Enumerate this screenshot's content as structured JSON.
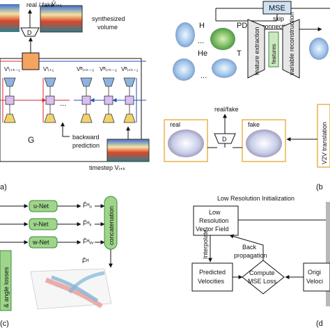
{
  "panel_a": {
    "real_fake": "real / fake",
    "discriminator": "D",
    "v_hat": "V̂ᵢ₊₁",
    "synthesized": "synthesized",
    "volume": "volume",
    "v_labels": [
      "Vᶠᵢ₊ₖ₋₁",
      "Vᶠᵢ₊₁",
      "Vᴮᵢ₊ₖ₋₃",
      "Vᴮᵢ₊ₖ₋₂",
      "Vᴮᵢ₊ₖ₋₁"
    ],
    "ellipsis": "...",
    "generator": "G",
    "backward": "backward",
    "prediction": "prediction",
    "timestep": "timestep Vᵢ₊ₖ",
    "caption": "a)"
  },
  "panel_b": {
    "mse": "MSE",
    "skip": "skip",
    "connection": "connection",
    "h": "H",
    "pd": "PD",
    "he": "He",
    "t": "T",
    "dots1": "...",
    "dots2": "...",
    "feature_extraction": "feature extraction",
    "features": "features",
    "variable_reconstruction": "variable reconstruction",
    "real_fake": "real/fake",
    "discriminator": "D",
    "real": "real",
    "fake": "fake",
    "v2v": "V2V translation",
    "caption": "(b"
  },
  "panel_c": {
    "unet": "u-Net",
    "vnet": "v-Net",
    "wnet": "w-Net",
    "fu": "F̂ᴴᵤ",
    "fv": "F̂ᴴᵥ",
    "fw": "F̂ᴴᵥᵥ",
    "concatenation": "concatenation",
    "fh": "F̂ᴴ",
    "losses": "& angle losses",
    "caption": "(c)"
  },
  "panel_d": {
    "title": "Low Resolution Initialization",
    "low_res_1": "Low",
    "low_res_2": "Resolution",
    "low_res_3": "Vector Field",
    "interpolate": "Interpolate",
    "back_1": "Back",
    "back_2": "propagation",
    "pred_1": "Predicted",
    "pred_2": "Velocities",
    "compute_1": "Compute",
    "compute_2": "MSE Loss",
    "orig_1": "Origi",
    "orig_2": "Veloci",
    "caption": "(d"
  },
  "colors": {
    "orange": "#f4a460",
    "yellow_box": "#e8b44a",
    "purple": "#d9bff2",
    "blue_trap": "#8fb3e0",
    "yellow_trap": "#f2d36b",
    "green": "#9fd58a",
    "green_dark": "#5aa34a",
    "teal": "#5a9fb0"
  }
}
